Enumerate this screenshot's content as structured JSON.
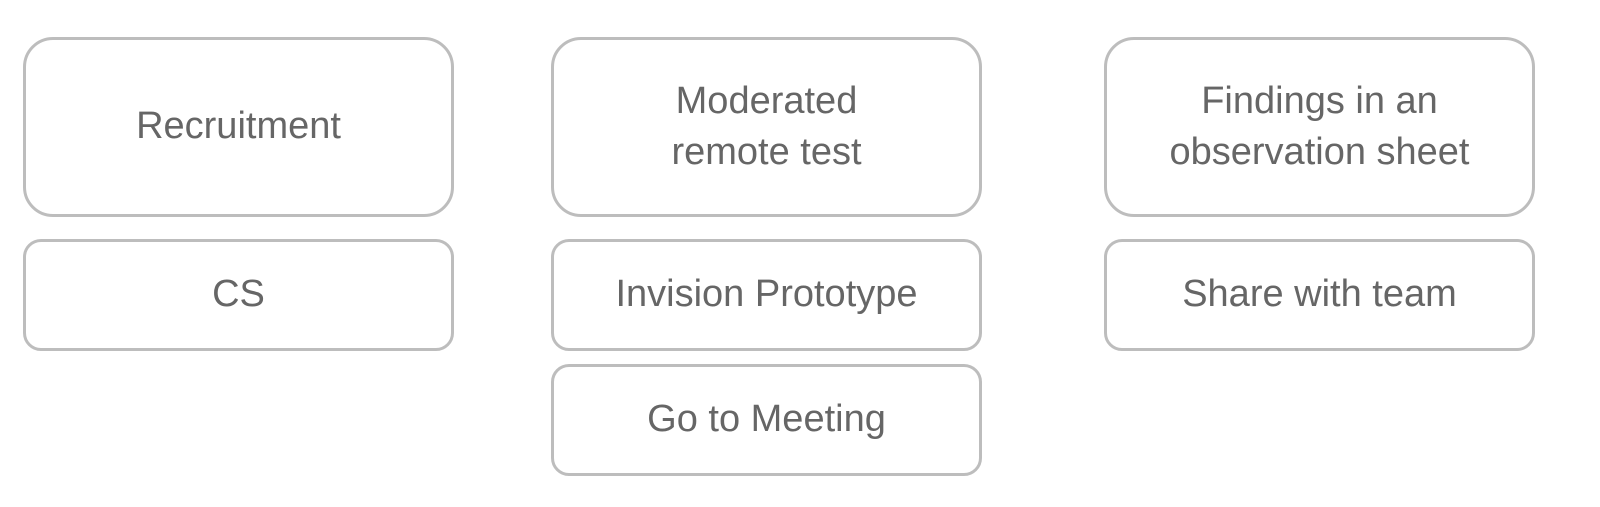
{
  "columns": [
    {
      "primary": "Recruitment",
      "items": [
        "CS"
      ]
    },
    {
      "primary": "Moderated remote test",
      "items": [
        "Invision Prototype",
        "Go to Meeting"
      ]
    },
    {
      "primary": "Findings in an observation sheet",
      "items": [
        "Share with team"
      ]
    }
  ],
  "colors": {
    "border": "#bdbdbd",
    "text": "#666666",
    "background": "#ffffff"
  }
}
